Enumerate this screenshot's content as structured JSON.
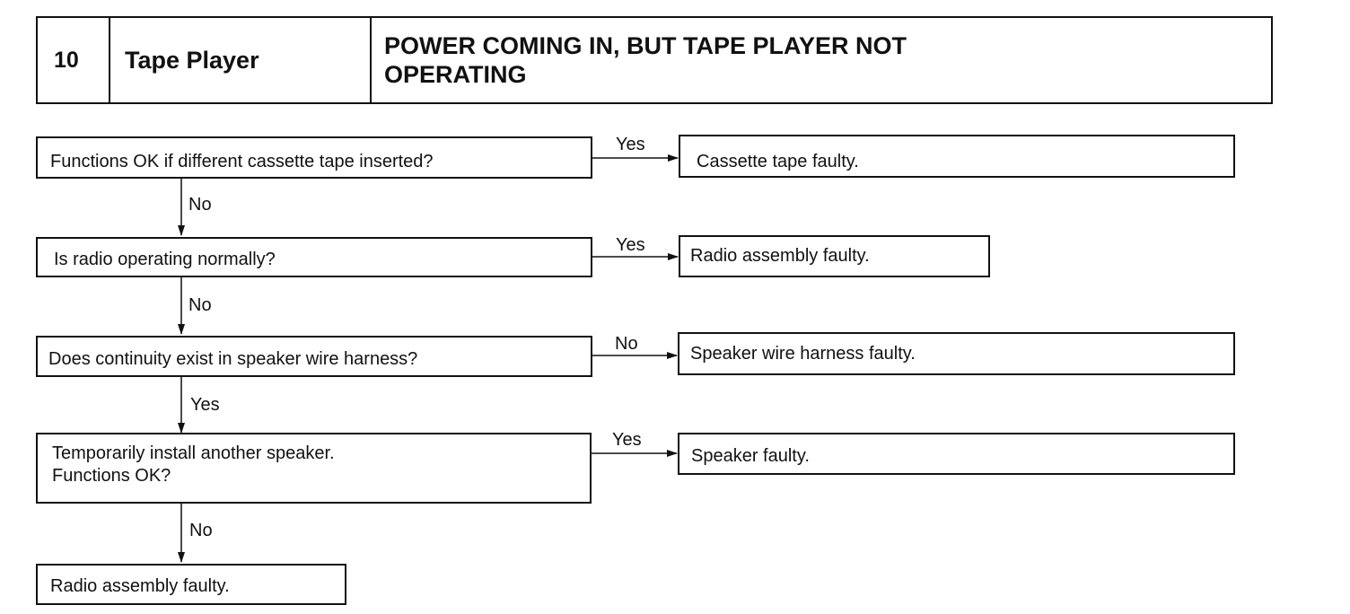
{
  "header": {
    "number": "10",
    "system": "Tape Player",
    "title": "POWER COMING IN, BUT TAPE PLAYER NOT OPERATING"
  },
  "steps": [
    {
      "question": "Functions OK if different cassette tape inserted?",
      "branch_label": "Yes",
      "branch_result": "Cassette tape faulty.",
      "next_label": "No"
    },
    {
      "question": "Is radio operating normally?",
      "branch_label": "Yes",
      "branch_result": "Radio assembly faulty.",
      "next_label": "No"
    },
    {
      "question": "Does continuity exist in speaker wire harness?",
      "branch_label": "No",
      "branch_result": "Speaker wire harness faulty.",
      "next_label": "Yes"
    },
    {
      "question_lines": [
        "Temporarily install another speaker.",
        "Functions OK?"
      ],
      "branch_label": "Yes",
      "branch_result": "Speaker faulty.",
      "next_label": "No"
    }
  ],
  "final_result": "Radio assembly faulty."
}
